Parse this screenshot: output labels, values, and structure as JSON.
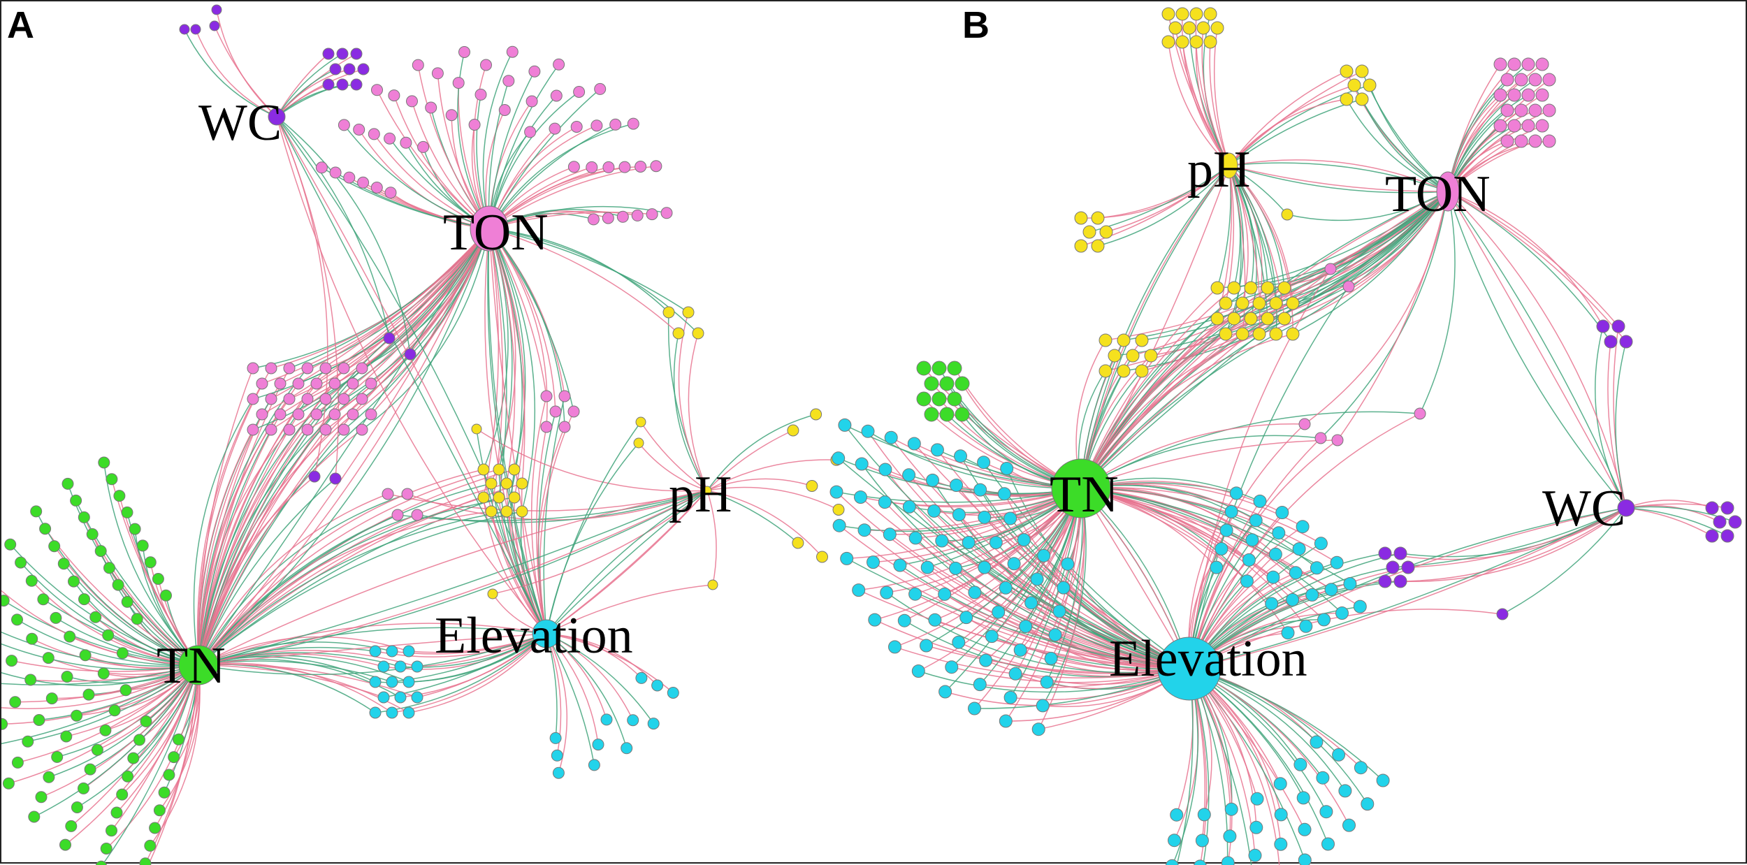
{
  "colors": {
    "edge_positive": "#e8738f",
    "edge_negative": "#3fa37a",
    "TN": "#3cdc28",
    "TON": "#ef7fd6",
    "pH": "#f5e11e",
    "WC": "#8a2be2",
    "Elevation": "#22d3ea",
    "background": "#ffffff",
    "border": "#222222"
  },
  "panels": [
    {
      "letter": "A",
      "hubs": [
        {
          "label": "WC",
          "group": "WC"
        },
        {
          "label": "TON",
          "group": "TON"
        },
        {
          "label": "pH",
          "group": "pH"
        },
        {
          "label": "TN",
          "group": "TN"
        },
        {
          "label": "Elevation",
          "group": "Elevation"
        }
      ]
    },
    {
      "letter": "B",
      "hubs": [
        {
          "label": "pH",
          "group": "pH"
        },
        {
          "label": "TON",
          "group": "TON"
        },
        {
          "label": "TN",
          "group": "TN"
        },
        {
          "label": "WC",
          "group": "WC"
        },
        {
          "label": "Elevation",
          "group": "Elevation"
        }
      ]
    }
  ]
}
